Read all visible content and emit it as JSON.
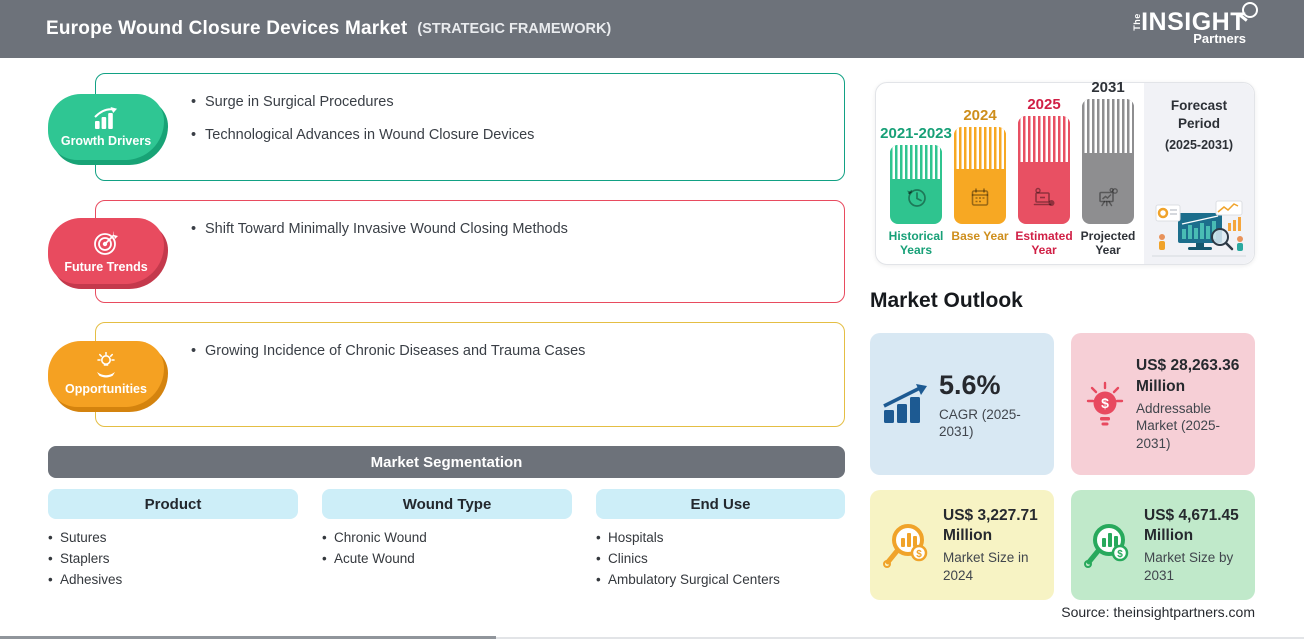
{
  "header": {
    "title": "Europe Wound Closure Devices Market",
    "framework": "(STRATEGIC FRAMEWORK)",
    "logo": {
      "the": "The",
      "insight": "INSIGHT",
      "partners": "Partners"
    }
  },
  "drivers": [
    {
      "label": "Growth Drivers",
      "color": "#2FC693",
      "border": "#12A184",
      "bullets": [
        "Surge in Surgical Procedures",
        "Technological Advances in Wound Closure Devices"
      ]
    },
    {
      "label": "Future Trends",
      "color": "#E84B5F",
      "border": "#E84B5F",
      "bullets": [
        "Shift Toward Minimally Invasive Wound Closing Methods"
      ]
    },
    {
      "label": "Opportunities",
      "color": "#F5A122",
      "border": "#E4BE44",
      "bullets": [
        "Growing Incidence of Chronic Diseases and Trauma Cases"
      ]
    }
  ],
  "segmentation": {
    "title": "Market Segmentation",
    "columns": [
      {
        "header": "Product",
        "items": [
          "Sutures",
          "Staplers",
          "Adhesives"
        ]
      },
      {
        "header": "Wound Type",
        "items": [
          "Chronic Wound",
          "Acute Wound"
        ]
      },
      {
        "header": "End Use",
        "items": [
          "Hospitals",
          "Clinics",
          "Ambulatory Surgical Centers"
        ]
      }
    ]
  },
  "timeline": {
    "bars": [
      {
        "year": "2021-2023",
        "label": "Historical Years",
        "color": "#2FC48F"
      },
      {
        "year": "2024",
        "label": "Base Year",
        "color": "#F7A823"
      },
      {
        "year": "2025",
        "label": "Estimated Year",
        "color": "#E85063"
      },
      {
        "year": "2031",
        "label": "Projected Year",
        "color": "#8E8E90"
      }
    ],
    "forecast": {
      "title": "Forecast Period",
      "range": "(2025-2031)"
    }
  },
  "outlook": {
    "title": "Market Outlook",
    "cards": [
      {
        "value": "5.6%",
        "desc": "CAGR (2025-2031)",
        "bg": "#D8E8F3"
      },
      {
        "value": "US$ 28,263.36 Million",
        "desc": "Addressable Market (2025-2031)",
        "bg": "#F6CFD6"
      },
      {
        "value": "US$ 3,227.71 Million",
        "desc": "Market Size in 2024",
        "bg": "#F7F3C4"
      },
      {
        "value": "US$ 4,671.45 Million",
        "desc": "Market Size by 2031",
        "bg": "#C0E9CA"
      }
    ],
    "source": "Source: theinsightpartners.com"
  },
  "icons": {
    "dollar": "$"
  }
}
